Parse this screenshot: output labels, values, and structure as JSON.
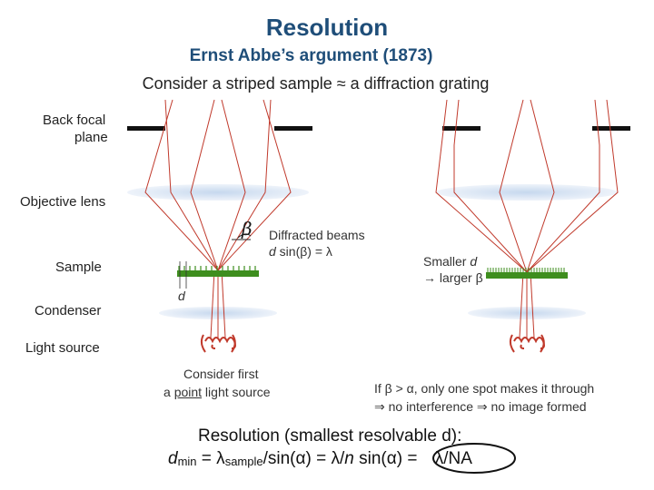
{
  "title": "Resolution",
  "subtitle": "Ernst Abbe’s argument (1873)",
  "intro": "Consider a striped sample ≈ a diffraction grating",
  "labels": {
    "back_focal_line1": "Back focal",
    "back_focal_line2": "plane",
    "objective": "Objective lens",
    "sample": "Sample",
    "condenser": "Condenser",
    "light_source": "Light source",
    "beta": "β",
    "diffracted_line1": "Diffracted beams",
    "diffracted_d": "d",
    "diffracted_rest": " sin(β) = λ",
    "spacing": "d",
    "smaller_line1_a": "Smaller ",
    "smaller_line1_b": "d",
    "smaller_line2": "→ larger β",
    "consider_line1": "Consider first",
    "consider_line2_a": "a ",
    "consider_line2_b": "point",
    "consider_line2_c": " light source",
    "if_line1": "If  β > α, only one spot makes it through",
    "if_line2": "⇒ no interference   ⇒ no image formed"
  },
  "resolution": {
    "heading": "Resolution (smallest resolvable d):",
    "d": "d",
    "d_sub": "min",
    "eq1": " = λ",
    "lam_sub": "sample",
    "eq2": "/sin(α) = λ/",
    "n": "n",
    "eq3": " sin(α) = ",
    "boxed": "λ/NA"
  },
  "colors": {
    "title": "#1f4e79",
    "rays": "#c0392b",
    "lens": "#dbe6f3",
    "sample": "#3e8e1e",
    "stop": "#111111"
  }
}
